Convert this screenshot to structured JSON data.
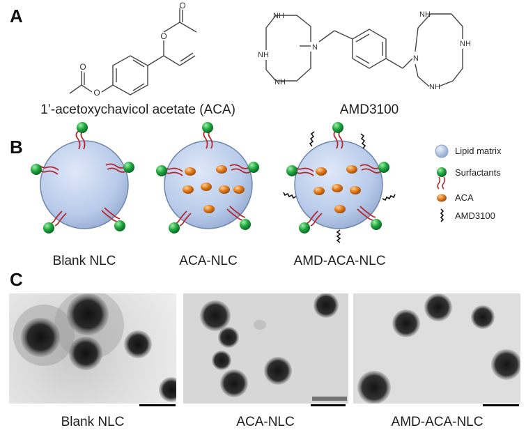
{
  "panels": {
    "a": {
      "letter": "A",
      "molecule1_name": "1’-acetoxychavicol acetate (ACA)",
      "molecule2_name": "AMD3100",
      "amine_label": "NH",
      "nitrogen_label": "N"
    },
    "b": {
      "letter": "B",
      "particles": [
        "Blank NLC",
        "ACA-NLC",
        "AMD-ACA-NLC"
      ],
      "legend": [
        {
          "label": "Lipid matrix",
          "icon": "lipid-sphere-icon"
        },
        {
          "label": "Surfactants",
          "icon": "surfactant-icon"
        },
        {
          "label": "ACA",
          "icon": "aca-drug-icon"
        },
        {
          "label": "AMD3100",
          "icon": "amd3100-ligand-icon"
        }
      ]
    },
    "c": {
      "letter": "C",
      "images": [
        "Blank NLC",
        "ACA-NLC",
        "AMD-ACA-NLC"
      ]
    }
  },
  "colors": {
    "lipid": "#b8cbea",
    "lipid_edge": "#6f85ad",
    "surfactant_head": "#1fa53f",
    "surfactant_tail": "#b5282f",
    "aca": "#e07a1c",
    "ligand": "#111111"
  }
}
